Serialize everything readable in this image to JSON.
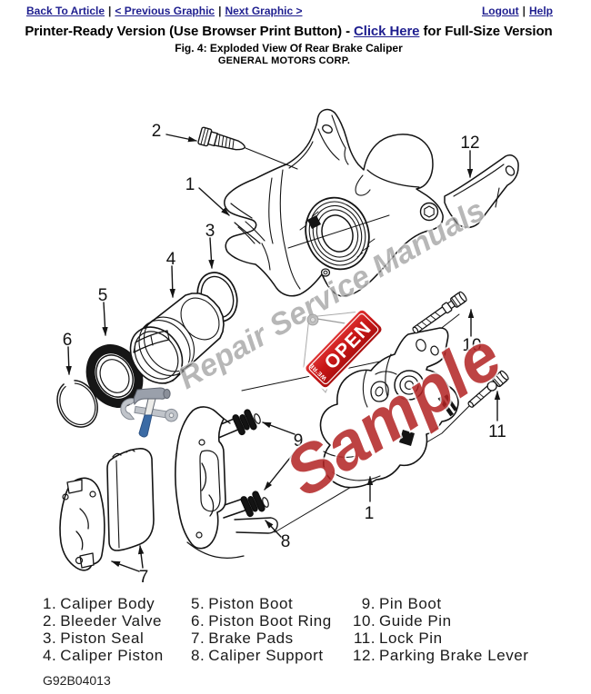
{
  "nav": {
    "left": [
      {
        "label": "Back To Article"
      },
      {
        "label": "< Previous Graphic"
      },
      {
        "label": "Next Graphic >"
      }
    ],
    "right": [
      {
        "label": "Logout"
      },
      {
        "label": "Help"
      }
    ],
    "separator": "|"
  },
  "title": {
    "prefix": "Printer-Ready Version (Use Browser Print Button) - ",
    "link": "Click Here",
    "suffix": " for Full-Size Version"
  },
  "figure": {
    "caption": "Fig. 4: Exploded View Of Rear Brake Caliper",
    "source": "GENERAL MOTORS CORP."
  },
  "diagram": {
    "callouts": [
      {
        "num": "1"
      },
      {
        "num": "2"
      },
      {
        "num": "3"
      },
      {
        "num": "4"
      },
      {
        "num": "5"
      },
      {
        "num": "6"
      },
      {
        "num": "7"
      },
      {
        "num": "8"
      },
      {
        "num": "9"
      },
      {
        "num": "10"
      },
      {
        "num": "11"
      },
      {
        "num": "12"
      },
      {
        "num": "1"
      }
    ],
    "watermark": {
      "brand": "Repair Service Manuals",
      "sample": "Sample"
    },
    "open_sign": {
      "small": "WE'RE",
      "big": "OPEN"
    }
  },
  "legend": {
    "columns": [
      {
        "items": [
          {
            "num": "1.",
            "label": "Caliper Body"
          },
          {
            "num": "2.",
            "label": "Bleeder Valve"
          },
          {
            "num": "3.",
            "label": "Piston Seal"
          },
          {
            "num": "4.",
            "label": "Caliper Piston"
          }
        ]
      },
      {
        "items": [
          {
            "num": "5.",
            "label": "Piston Boot"
          },
          {
            "num": "6.",
            "label": "Piston Boot Ring"
          },
          {
            "num": "7.",
            "label": "Brake Pads"
          },
          {
            "num": "8.",
            "label": "Caliper Support"
          }
        ]
      },
      {
        "items": [
          {
            "num": "9.",
            "label": "Pin Boot"
          },
          {
            "num": "10.",
            "label": "Guide Pin"
          },
          {
            "num": "11.",
            "label": "Lock Pin"
          },
          {
            "num": "12.",
            "label": "Parking Brake Lever"
          }
        ]
      }
    ]
  },
  "footer": {
    "code": "G92B04013"
  },
  "colors": {
    "link": "#1f1f8f",
    "line_art": "#141414",
    "watermark_gray": "#8a8a8a",
    "watermark_red": "#b12222",
    "open_sign_red": "#cb1b1b"
  }
}
